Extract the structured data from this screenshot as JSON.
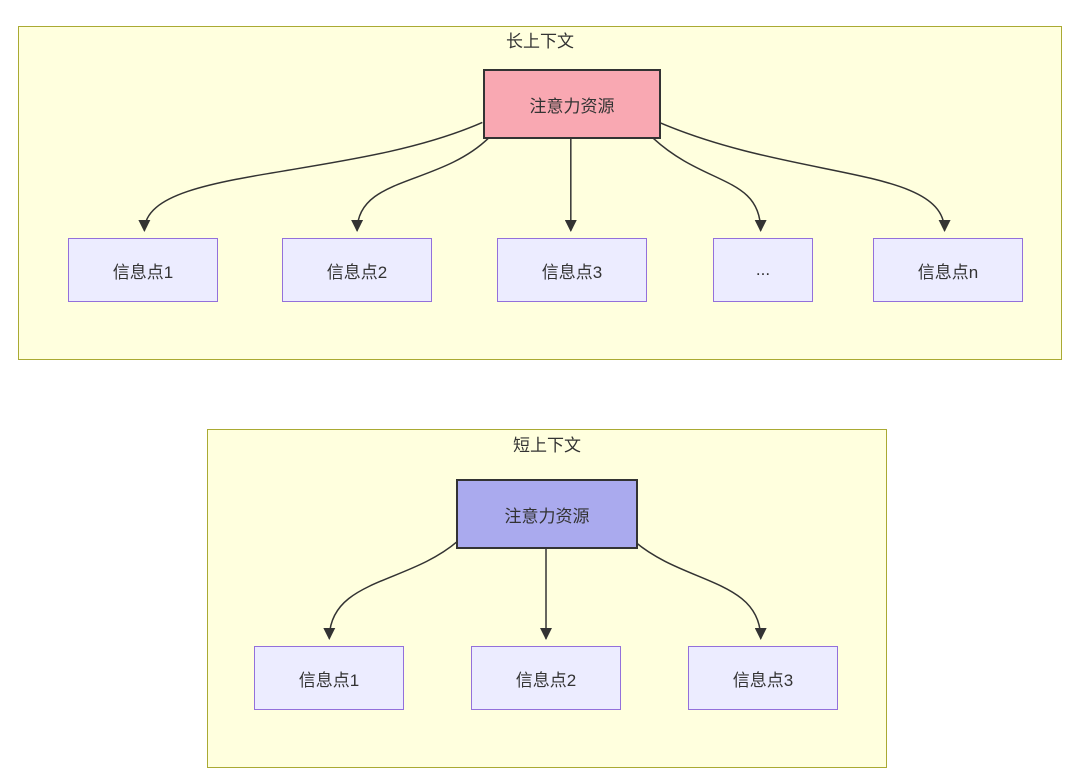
{
  "canvas": {
    "background": "#ffffff"
  },
  "colors": {
    "cluster_fill": "#ffffde",
    "cluster_border": "#aaaa33",
    "node_fill": "#ececff",
    "node_border": "#9370db",
    "long_source_fill": "#f9a8b2",
    "short_source_fill": "#aaaaee",
    "source_border": "#333333",
    "edge_color": "#333333",
    "text_color": "#333333"
  },
  "long_context": {
    "title": "长上下文",
    "source": {
      "label": "注意力资源"
    },
    "targets": [
      {
        "label": "信息点1"
      },
      {
        "label": "信息点2"
      },
      {
        "label": "信息点3"
      },
      {
        "label": "..."
      },
      {
        "label": "信息点n"
      }
    ],
    "edges": [
      {
        "from": "注意力资源",
        "to": "信息点1"
      },
      {
        "from": "注意力资源",
        "to": "信息点2"
      },
      {
        "from": "注意力资源",
        "to": "信息点3"
      },
      {
        "from": "注意力资源",
        "to": "..."
      },
      {
        "from": "注意力资源",
        "to": "信息点n"
      }
    ]
  },
  "short_context": {
    "title": "短上下文",
    "source": {
      "label": "注意力资源"
    },
    "targets": [
      {
        "label": "信息点1"
      },
      {
        "label": "信息点2"
      },
      {
        "label": "信息点3"
      }
    ],
    "edges": [
      {
        "from": "注意力资源",
        "to": "信息点1"
      },
      {
        "from": "注意力资源",
        "to": "信息点2"
      },
      {
        "from": "注意力资源",
        "to": "信息点3"
      }
    ]
  }
}
